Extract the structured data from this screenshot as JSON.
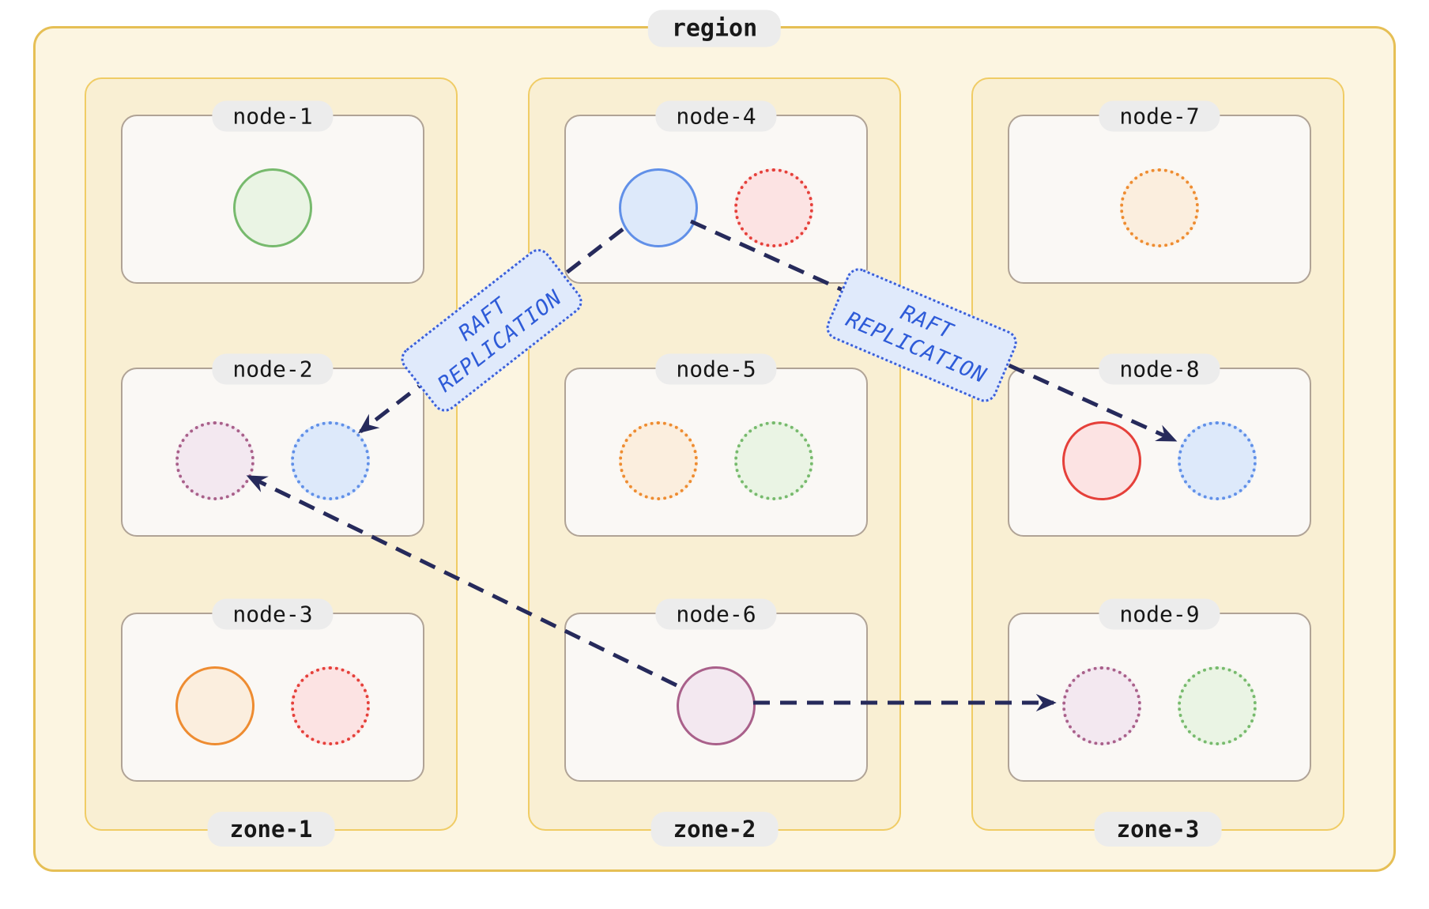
{
  "region": {
    "label": "region",
    "zones": [
      {
        "label": "zone-1",
        "nodes": [
          {
            "label": "node-1",
            "replicas": [
              {
                "color": "green",
                "style": "solid"
              }
            ]
          },
          {
            "label": "node-2",
            "replicas": [
              {
                "color": "purple",
                "style": "dotted"
              },
              {
                "color": "blue",
                "style": "dotted"
              }
            ]
          },
          {
            "label": "node-3",
            "replicas": [
              {
                "color": "orange",
                "style": "solid"
              },
              {
                "color": "red",
                "style": "dotted"
              }
            ]
          }
        ]
      },
      {
        "label": "zone-2",
        "nodes": [
          {
            "label": "node-4",
            "replicas": [
              {
                "color": "blue",
                "style": "solid"
              },
              {
                "color": "red",
                "style": "dotted"
              }
            ]
          },
          {
            "label": "node-5",
            "replicas": [
              {
                "color": "orange",
                "style": "dotted"
              },
              {
                "color": "green",
                "style": "dotted"
              }
            ]
          },
          {
            "label": "node-6",
            "replicas": [
              {
                "color": "purple",
                "style": "solid"
              }
            ]
          }
        ]
      },
      {
        "label": "zone-3",
        "nodes": [
          {
            "label": "node-7",
            "replicas": [
              {
                "color": "orange",
                "style": "dotted"
              }
            ]
          },
          {
            "label": "node-8",
            "replicas": [
              {
                "color": "red",
                "style": "solid"
              },
              {
                "color": "blue",
                "style": "dotted"
              }
            ]
          },
          {
            "label": "node-9",
            "replicas": [
              {
                "color": "purple",
                "style": "dotted"
              },
              {
                "color": "green",
                "style": "dotted"
              }
            ]
          }
        ]
      }
    ]
  },
  "replication": {
    "labels": [
      {
        "line1": "RAFT",
        "line2": "REPLICATION"
      },
      {
        "line1": "RAFT",
        "line2": "REPLICATION"
      }
    ],
    "arrows": [
      {
        "from": "node-4 blue replica",
        "to": "node-2 blue replica",
        "has_label": true
      },
      {
        "from": "node-4 blue replica",
        "to": "node-8 blue replica",
        "has_label": true
      },
      {
        "from": "node-6 purple replica",
        "to": "node-2 purple replica",
        "has_label": false
      },
      {
        "from": "node-6 purple replica",
        "to": "node-9 purple replica",
        "has_label": false
      }
    ],
    "arrow_color": "#262a5b",
    "label_text_color": "#2e5bd8"
  },
  "colors": {
    "region_fill": "#fcf5e1",
    "region_border": "#e6bf55",
    "zone_fill": "#f9efd3",
    "zone_border": "#f0cc65",
    "node_fill": "#faf8f5",
    "node_border": "#b0a396",
    "label_pill_bg": "#ececec",
    "raft_box_fill": "#e0eafb",
    "raft_box_border": "#3b5fd9",
    "replica_palette": {
      "green": {
        "border": "#77ba6d",
        "fill": "#eaf4e4"
      },
      "blue": {
        "border": "#6190e8",
        "fill": "#dde9fa"
      },
      "orange": {
        "border": "#ee8c31",
        "fill": "#fbeede"
      },
      "red": {
        "border": "#e5403a",
        "fill": "#fce3e3"
      },
      "purple": {
        "border": "#a9608a",
        "fill": "#f3e8f0"
      }
    }
  }
}
